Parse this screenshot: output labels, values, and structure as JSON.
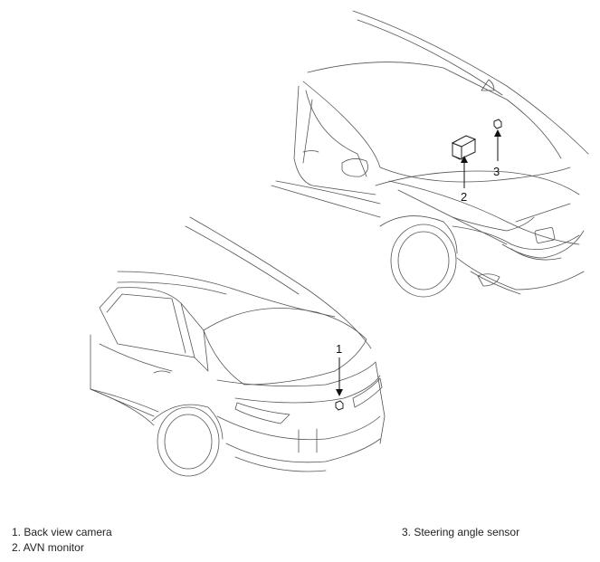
{
  "callouts": {
    "c1": "1",
    "c2": "2",
    "c3": "3"
  },
  "legend": {
    "item1": "1. Back view camera",
    "item2": "2. AVN monitor",
    "item3": "3. Steering angle sensor"
  }
}
